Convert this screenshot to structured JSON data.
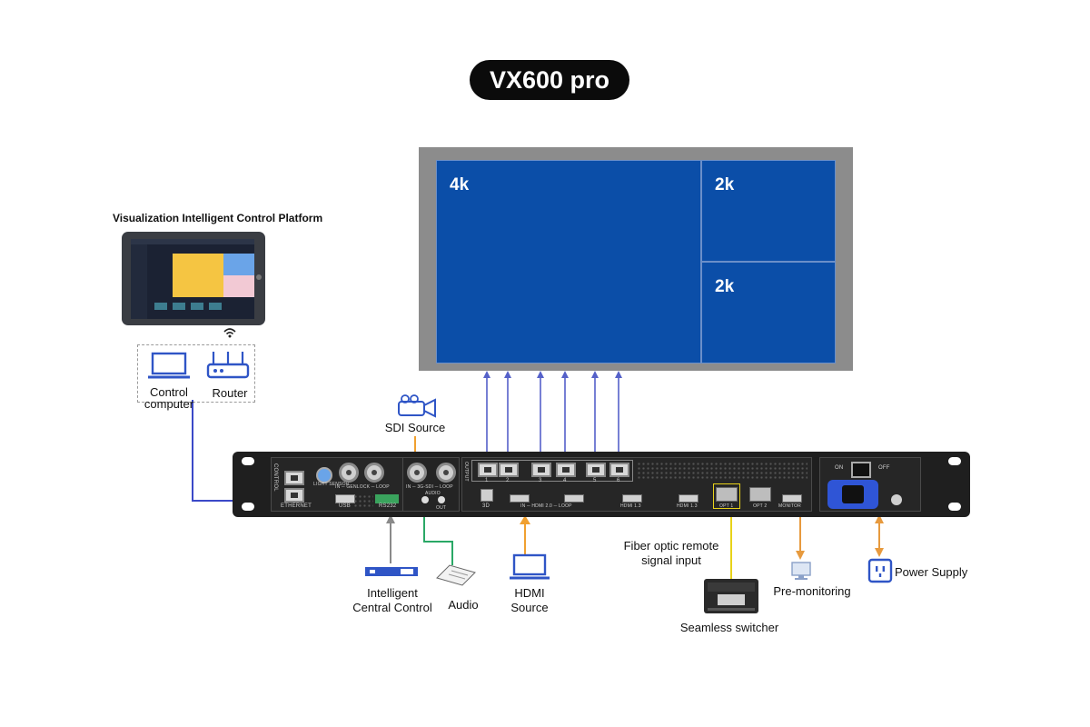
{
  "title": "VX600 pro",
  "display": {
    "window_main": "4k",
    "window_top_right": "2k",
    "window_bottom_right": "2k"
  },
  "platform": {
    "title": "Visualization Intelligent Control Platform",
    "control_computer": "Control\ncomputer",
    "router": "Router"
  },
  "inputs": {
    "sdi_source": "SDI Source",
    "intelligent_central_control": "Intelligent\nCentral Control",
    "audio": "Audio",
    "hdmi_source": "HDMI\nSource",
    "fiber_optic": "Fiber optic remote\nsignal input",
    "seamless_switcher": "Seamless switcher",
    "pre_monitoring": "Pre-monitoring",
    "power_supply": "Power Supply"
  },
  "panel_labels": {
    "control": "CONTROL",
    "ethernet": "ETHERNET",
    "usb": "USB",
    "rs232": "RS232",
    "light_sensor": "LIGHT SENSOR",
    "genlock": "IN ─ GENLOCK ─ LOOP",
    "sdi": "IN ─ 3G-SDI ─ LOOP",
    "audio": "AUDIO",
    "out": "OUT",
    "output": "OUTPUT",
    "port_1": "1",
    "port_2": "2",
    "port_3": "3",
    "port_4": "4",
    "port_5": "5",
    "port_6": "6",
    "three_d": "3D",
    "hdmi20": "IN ─ HDMI 2.0 ─ LOOP",
    "hdmi13_a": "HDMI 1.3",
    "hdmi13_b": "HDMI 1.3",
    "opt1": "OPT 1",
    "opt2": "OPT 2",
    "monitor": "MONITOR",
    "on": "ON",
    "off": "OFF"
  },
  "colors": {
    "display_blue": "#0b4ea8",
    "output_arrow": "#5561c9",
    "control_wire": "#3b49c8",
    "sdi_arrow": "#f0a030",
    "hdmi_arrow": "#f0a030",
    "audio_wire": "#2aa866",
    "fiber_wire": "#e8d21a",
    "monitor_arrow": "#e79a3e",
    "power_arrow": "#e79a3e",
    "power_socket": "#2f55d6"
  }
}
